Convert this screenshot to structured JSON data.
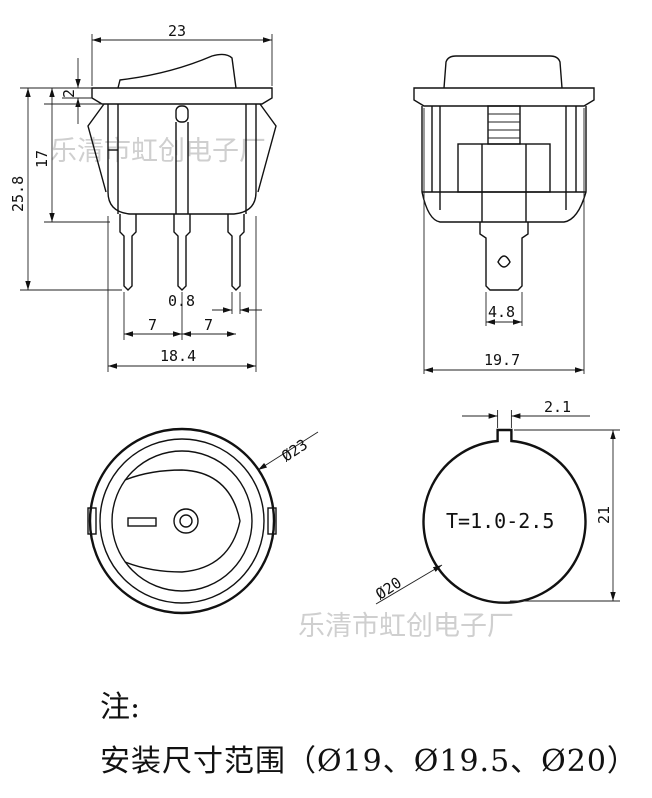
{
  "dimensions": {
    "width_top": "23",
    "top_offset": "2",
    "body_height": "17",
    "total_height": "25.8",
    "pin_width": "0.8",
    "pin_pitch_left": "7",
    "pin_pitch_right": "7",
    "base_width": "18.4",
    "side_width": "19.7",
    "tab_width": "4.8",
    "key_width": "2.1",
    "cutout_height": "21",
    "outer_diameter": "Ø23",
    "cutout_diameter": "Ø20",
    "panel_thickness": "T=1.0-2.5"
  },
  "watermark": {
    "top": "乐清市虹创电子厂",
    "bottom": "乐清市虹创电子厂"
  },
  "note": {
    "title": "注:",
    "text": "安装尺寸范围（Ø19、Ø19.5、Ø20）"
  }
}
